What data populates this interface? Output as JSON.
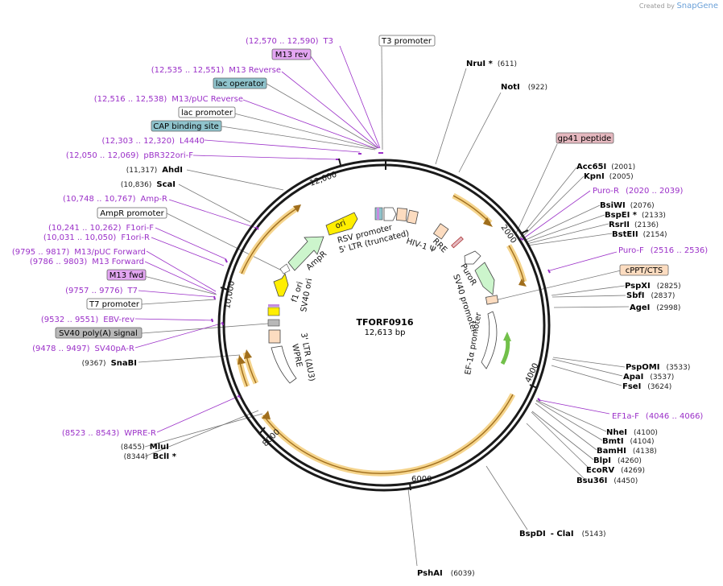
{
  "credit": {
    "prefix": "Created by",
    "brand": "SnapGene"
  },
  "plasmid": {
    "name": "TFORF0916",
    "length_label": "12,613 bp"
  },
  "ticks": [
    "2000",
    "4000",
    "6000",
    "8000",
    "10,000",
    "12,000"
  ],
  "enzymes": [
    {
      "name": "NruI *",
      "pos": "(611)"
    },
    {
      "name": "NotI",
      "pos": "(922)"
    },
    {
      "name": "Acc65I",
      "pos": "(2001)"
    },
    {
      "name": "KpnI",
      "pos": "(2005)"
    },
    {
      "name": "BsiWI",
      "pos": "(2076)"
    },
    {
      "name": "BspEI *",
      "pos": "(2133)"
    },
    {
      "name": "RsrII",
      "pos": "(2136)"
    },
    {
      "name": "BstEII",
      "pos": "(2154)"
    },
    {
      "name": "PspXI",
      "pos": "(2825)"
    },
    {
      "name": "SbfI",
      "pos": "(2837)"
    },
    {
      "name": "AgeI",
      "pos": "(2998)"
    },
    {
      "name": "PspOMI",
      "pos": "(3533)"
    },
    {
      "name": "ApaI",
      "pos": "(3537)"
    },
    {
      "name": "FseI",
      "pos": "(3624)"
    },
    {
      "name": "NheI",
      "pos": "(4100)"
    },
    {
      "name": "BmtI",
      "pos": "(4104)"
    },
    {
      "name": "BamHI",
      "pos": "(4138)"
    },
    {
      "name": "BlpI",
      "pos": "(4260)"
    },
    {
      "name": "EcoRV",
      "pos": "(4269)"
    },
    {
      "name": "Bsu36I",
      "pos": "(4450)"
    },
    {
      "name": "BspDI",
      "pos": ""
    },
    {
      "name": "- ClaI",
      "pos": "(5143)"
    },
    {
      "name": "PshAI",
      "pos": "(6039)"
    },
    {
      "name": "BclI *",
      "pos": "(8344)"
    },
    {
      "name": "MluI",
      "pos": "(8455)"
    },
    {
      "name": "SnaBI",
      "pos": "(9367)"
    },
    {
      "name": "ScaI",
      "pos": "(10,836)"
    },
    {
      "name": "AhdI",
      "pos": "(11,317)"
    }
  ],
  "primers": [
    {
      "name": "T3",
      "pos": "(12,570 .. 12,590)"
    },
    {
      "name": "M13 Reverse",
      "pos": "(12,535 .. 12,551)"
    },
    {
      "name": "M13/pUC Reverse",
      "pos": "(12,516 .. 12,538)"
    },
    {
      "name": "L4440",
      "pos": "(12,303 .. 12,320)"
    },
    {
      "name": "pBR322ori-F",
      "pos": "(12,050 .. 12,069)"
    },
    {
      "name": "Amp-R",
      "pos": "(10,748 .. 10,767)"
    },
    {
      "name": "F1ori-F",
      "pos": "(10,241 .. 10,262)"
    },
    {
      "name": "F1ori-R",
      "pos": "(10,031 .. 10,050)"
    },
    {
      "name": "M13/pUC Forward",
      "pos": "(9795 .. 9817)"
    },
    {
      "name": "M13 Forward",
      "pos": "(9786 .. 9803)"
    },
    {
      "name": "T7",
      "pos": "(9757 .. 9776)"
    },
    {
      "name": "EBV-rev",
      "pos": "(9532 .. 9551)"
    },
    {
      "name": "SV40pA-R",
      "pos": "(9478 .. 9497)"
    },
    {
      "name": "WPRE-R",
      "pos": "(8523 .. 8543)"
    },
    {
      "name": "Puro-R",
      "pos": "(2020 .. 2039)"
    },
    {
      "name": "Puro-F",
      "pos": "(2516 .. 2536)"
    },
    {
      "name": "EF1a-F",
      "pos": "(4046 .. 4066)"
    }
  ],
  "boxed": [
    {
      "name": "T3 promoter",
      "color": "#ffffff"
    },
    {
      "name": "M13 rev",
      "color": "#e3a6f2"
    },
    {
      "name": "lac operator",
      "color": "#8fc3cc"
    },
    {
      "name": "lac promoter",
      "color": "#ffffff"
    },
    {
      "name": "CAP binding site",
      "color": "#8fc3cc"
    },
    {
      "name": "AmpR promoter",
      "color": "#ffffff"
    },
    {
      "name": "M13 fwd",
      "color": "#e3a6f2"
    },
    {
      "name": "T7 promoter",
      "color": "#ffffff"
    },
    {
      "name": "SV40 poly(A) signal",
      "color": "#b8b8b8"
    },
    {
      "name": "gp41 peptide",
      "color": "#e5b8bf"
    },
    {
      "name": "cPPT/CTS",
      "color": "#fcdcc0"
    }
  ],
  "features": [
    "RSV promoter",
    "5' LTR (truncated)",
    "HIV-1 Ψ",
    "RRE",
    "PuroR",
    "SV40 promoter",
    "EF-1α promoter",
    "ori",
    "AmpR",
    "f1 ori",
    "SV40 ori",
    "3' LTR (ΔU3)",
    "WPRE"
  ],
  "colors": {
    "backbone": "#1a1a1a",
    "primer": "#9b30c8",
    "orf_ring": "#f0c070",
    "orf_arrow": "#b07a20",
    "ori": "#ffee00",
    "ampr": "#ccf5cc",
    "sv40ori": "#ffee00",
    "ltr": "#fcdcc0",
    "puro": "#ccf5cc"
  }
}
